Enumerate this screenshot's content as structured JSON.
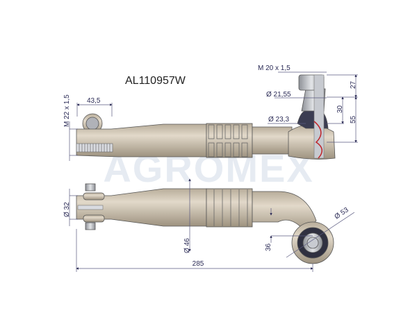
{
  "part_number": "AL110957W",
  "watermark": "AGROMEX",
  "colors": {
    "body": "#cfc4b2",
    "shadow": "#a99d8a",
    "steel": "#b9bcc2",
    "dim": "#2a2a55",
    "seal": "#c0282d"
  },
  "top_view": {
    "thread_right": "M 20 x 1,5",
    "stud_diameter": "Ø 21,55",
    "boot_diameter": "Ø 23,3",
    "stud_height": "27",
    "taper_height": "30",
    "total_height": "55",
    "thread_left": "M 22 x 1,5",
    "clamp_length": "43,5"
  },
  "bottom_view": {
    "clamp_diameter": "Ø 32",
    "tube_diameter": "Ø 46",
    "offset": "36",
    "eye_diameter": "Ø 53",
    "overall_length": "285"
  }
}
